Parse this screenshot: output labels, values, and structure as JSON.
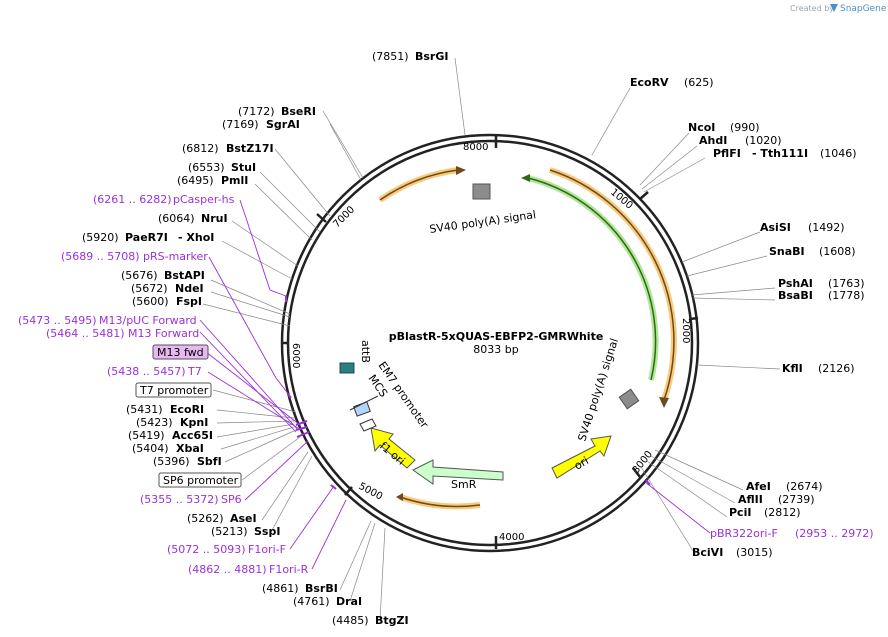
{
  "header": {
    "credit_text": "Created by",
    "brand_name": "SnapGene"
  },
  "plasmid": {
    "name": "pBlastR-5xQUAS-EBFP2-GMRWhite",
    "size_text": "8033 bp"
  },
  "ticks": [
    "1000",
    "2000",
    "3000",
    "4000",
    "5000",
    "6000",
    "7000",
    "8000"
  ],
  "features": {
    "sv40_top": "SV40 poly(A) signal",
    "sv40_right": "SV40 poly(A) signal",
    "ori": "ori",
    "smr": "SmR",
    "f1_ori": "f1 ori",
    "em7": "EM7 promoter",
    "mcs": "MCS",
    "attb": "attB"
  },
  "labels": {
    "bsrgi": {
      "pos": "(7851)",
      "name": "BsrGI"
    },
    "ecorv": {
      "pos": "(625)",
      "name": "EcoRV"
    },
    "ncoi": {
      "pos": "(990)",
      "name": "NcoI"
    },
    "ahdi": {
      "pos": "(1020)",
      "name": "AhdI"
    },
    "pflfi": {
      "pos": "(1046)",
      "name": "PflFI",
      "name2": "- Tth111I"
    },
    "asisi": {
      "pos": "(1492)",
      "name": "AsiSI"
    },
    "snabi": {
      "pos": "(1608)",
      "name": "SnaBI"
    },
    "pshai": {
      "pos": "(1763)",
      "name": "PshAI"
    },
    "bsabi": {
      "pos": "(1778)",
      "name": "BsaBI"
    },
    "kfli": {
      "pos": "(2126)",
      "name": "KflI"
    },
    "afei": {
      "pos": "(2674)",
      "name": "AfeI"
    },
    "aflii": {
      "pos": "(2739)",
      "name": "AflII"
    },
    "pcii": {
      "pos": "(2812)",
      "name": "PciI"
    },
    "pbr322": {
      "pos": "(2953 .. 2972)",
      "name": "pBR322ori-F"
    },
    "bcivi": {
      "pos": "(3015)",
      "name": "BciVI"
    },
    "bseri": {
      "pos": "(7172)",
      "name": "BseRI"
    },
    "sgrai": {
      "pos": "(7169)",
      "name": "SgrAI"
    },
    "bstz17i": {
      "pos": "(6812)",
      "name": "BstZ17I"
    },
    "stui": {
      "pos": "(6553)",
      "name": "StuI"
    },
    "pmli": {
      "pos": "(6495)",
      "name": "PmlI"
    },
    "pcasper": {
      "pos": "(6261 .. 6282)",
      "name": "pCasper-hs"
    },
    "nrui": {
      "pos": "(6064)",
      "name": "NruI"
    },
    "paer7i": {
      "pos": "(5920)",
      "name": "PaeR7I",
      "name2": "- XhoI"
    },
    "prs": {
      "pos": "(5689 .. 5708)",
      "name": "pRS-marker"
    },
    "bstapi": {
      "pos": "(5676)",
      "name": "BstAPI"
    },
    "ndei": {
      "pos": "(5672)",
      "name": "NdeI"
    },
    "fspi": {
      "pos": "(5600)",
      "name": "FspI"
    },
    "m13puc": {
      "pos": "(5473 .. 5495)",
      "name": "M13/pUC Forward"
    },
    "m13f": {
      "pos": "(5464 .. 5481)",
      "name": "M13 Forward"
    },
    "m13fwd": {
      "name": "M13 fwd"
    },
    "t7": {
      "pos": "(5438 .. 5457)",
      "name": "T7"
    },
    "t7prom": {
      "name": "T7 promoter"
    },
    "ecori": {
      "pos": "(5431)",
      "name": "EcoRI"
    },
    "kpni": {
      "pos": "(5423)",
      "name": "KpnI"
    },
    "acc65i": {
      "pos": "(5419)",
      "name": "Acc65I"
    },
    "xbai": {
      "pos": "(5404)",
      "name": "XbaI"
    },
    "sbfi": {
      "pos": "(5396)",
      "name": "SbfI"
    },
    "sp6prom": {
      "name": "SP6 promoter"
    },
    "sp6": {
      "pos": "(5355 .. 5372)",
      "name": "SP6"
    },
    "asei": {
      "pos": "(5262)",
      "name": "AseI"
    },
    "sspi": {
      "pos": "(5213)",
      "name": "SspI"
    },
    "f1orif": {
      "pos": "(5072 .. 5093)",
      "name": "F1ori-F"
    },
    "f1orir": {
      "pos": "(4862 .. 4881)",
      "name": "F1ori-R"
    },
    "bsrbi": {
      "pos": "(4861)",
      "name": "BsrBI"
    },
    "drai": {
      "pos": "(4761)",
      "name": "DraI"
    },
    "btgzi": {
      "pos": "(4485)",
      "name": "BtgZI"
    }
  },
  "colors": {
    "backbone": "#222222",
    "primer": "#9b30d9",
    "ori_fill": "#ffff00",
    "smr_fill": "#ccffcc",
    "f1_fill": "#ffff00",
    "terminator": "#8c8c8c",
    "attb": "#2e7d80",
    "orange_arc": "#f5a623",
    "green_arc": "#66cc33"
  }
}
